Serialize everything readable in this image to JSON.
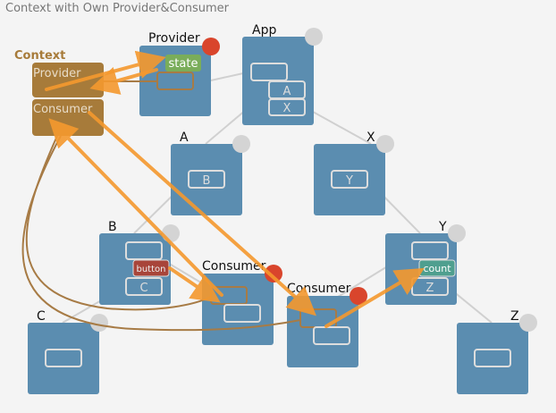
{
  "title": "Context with Own Provider&Consumer",
  "context": {
    "label": "Context",
    "provider": "Provider",
    "consumer": "Consumer",
    "color": "#a77b3a"
  },
  "nodes": {
    "provider": {
      "label": "Provider",
      "badge": "state"
    },
    "app": {
      "label": "App",
      "children": [
        "A",
        "X"
      ]
    },
    "a": {
      "label": "A",
      "child": "B"
    },
    "x": {
      "label": "X",
      "child": "Y"
    },
    "b": {
      "label": "B",
      "badge": "button",
      "child": "C"
    },
    "consumer1": {
      "label": "Consumer"
    },
    "consumer2": {
      "label": "Consumer"
    },
    "y": {
      "label": "Y",
      "badge": "count",
      "child": "Z"
    },
    "c": {
      "label": "C"
    },
    "z": {
      "label": "Z"
    }
  },
  "colors": {
    "node": "#5b8db0",
    "arrow": "#f5992e",
    "state": "#7aad5a",
    "button": "#a8453a",
    "count": "#4f9f8f",
    "active_dot": "#d9452c",
    "idle_dot": "#d4d4d4"
  }
}
